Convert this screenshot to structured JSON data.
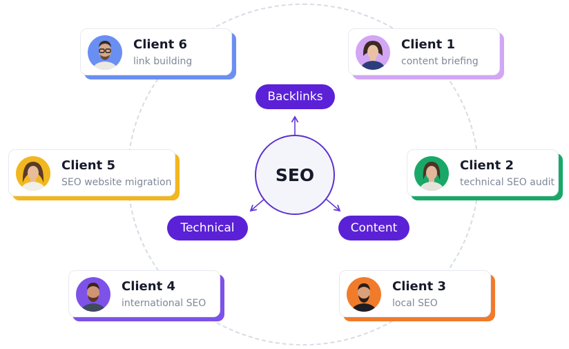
{
  "hub": {
    "label": "SEO"
  },
  "pills": {
    "backlinks": "Backlinks",
    "technical": "Technical",
    "content": "Content"
  },
  "clients": [
    {
      "title": "Client 1",
      "subtitle": "content briefing",
      "accent": "#d2a6f5",
      "avatar_icon": "woman-avatar-icon"
    },
    {
      "title": "Client 2",
      "subtitle": "technical SEO audit",
      "accent": "#1aa868",
      "avatar_icon": "woman-avatar-icon"
    },
    {
      "title": "Client 3",
      "subtitle": "local SEO",
      "accent": "#f07b2b",
      "avatar_icon": "man-avatar-icon"
    },
    {
      "title": "Client 4",
      "subtitle": "international SEO",
      "accent": "#7d52e8",
      "avatar_icon": "man-avatar-icon"
    },
    {
      "title": "Client 5",
      "subtitle": "SEO website migration",
      "accent": "#f2b71f",
      "avatar_icon": "woman-avatar-icon"
    },
    {
      "title": "Client 6",
      "subtitle": "link building",
      "accent": "#6a8ff2",
      "avatar_icon": "man-avatar-icon"
    }
  ],
  "colors": {
    "pill": "#5b21d6",
    "hub_border": "#5b2fd0",
    "arrow": "#6236d4",
    "ring": "#d6dbe4"
  }
}
